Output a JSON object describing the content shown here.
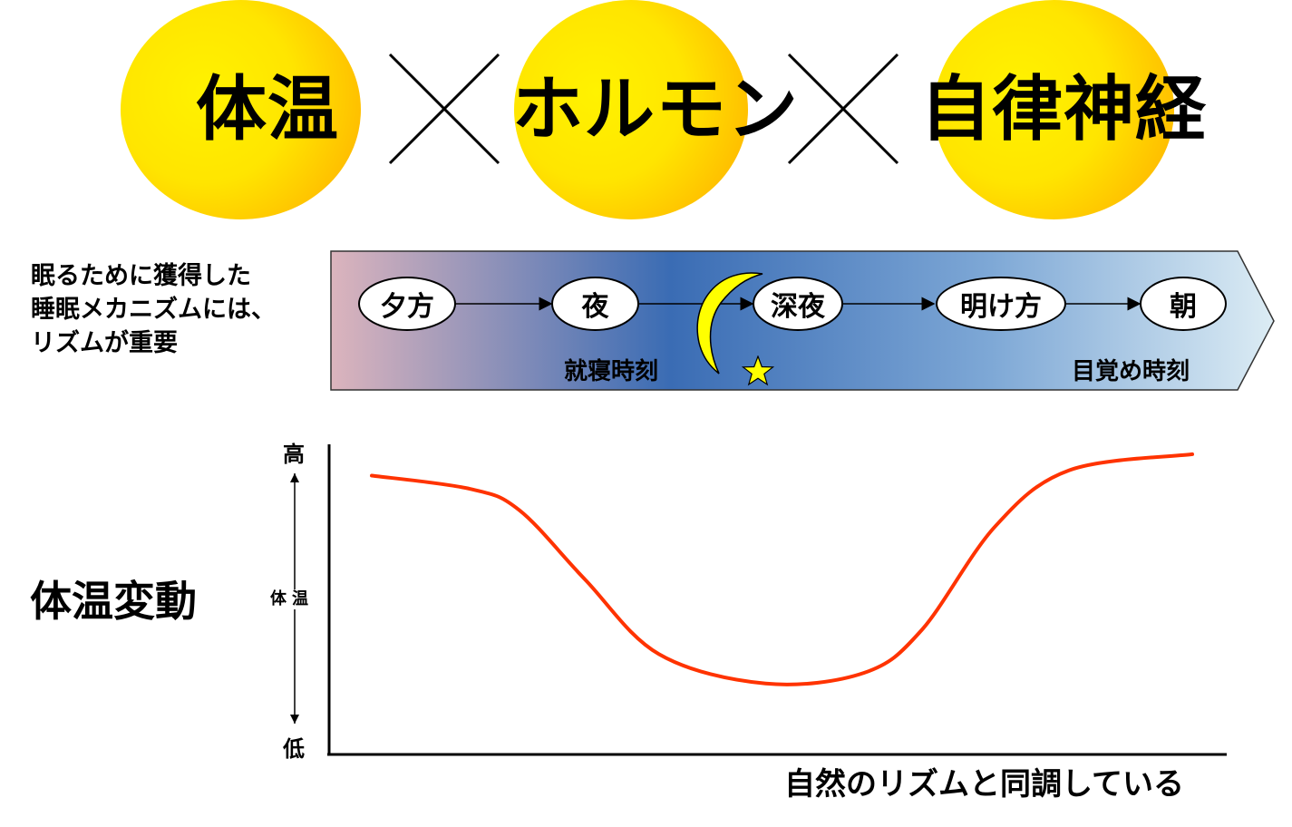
{
  "header": {
    "words": [
      "体温",
      "ホルモン",
      "自律神経"
    ]
  },
  "intro": {
    "lines": [
      "眠るために獲得した",
      "睡眠メカニズムには、",
      "リズムが重要"
    ]
  },
  "timeline": {
    "nodes": [
      "夕方",
      "夜",
      "深夜",
      "明け方",
      "朝"
    ],
    "bedtime_label": "就寝時刻",
    "wake_label": "目覚め時刻"
  },
  "section": {
    "title": "体温変動"
  },
  "chart_data": {
    "type": "line",
    "title": "",
    "ylabel": "体温",
    "y_high_label": "高",
    "y_low_label": "低",
    "xlabel": "自然のリズムと同調している",
    "series": [
      {
        "color": "#ff3300",
        "points": [
          [
            0.0,
            0.91
          ],
          [
            0.12,
            0.86
          ],
          [
            0.18,
            0.78
          ],
          [
            0.26,
            0.52
          ],
          [
            0.35,
            0.24
          ],
          [
            0.48,
            0.13
          ],
          [
            0.6,
            0.17
          ],
          [
            0.67,
            0.33
          ],
          [
            0.76,
            0.72
          ],
          [
            0.85,
            0.93
          ],
          [
            1.0,
            0.99
          ]
        ]
      }
    ],
    "grid": false
  },
  "colors": {
    "circle_light": "#fff200",
    "circle_dark": "#ff8c00",
    "curve": "#ff3300",
    "band_left": "#dcb4bd",
    "band_mid": "#3a6cb4",
    "band_right": "#dcecf4"
  }
}
